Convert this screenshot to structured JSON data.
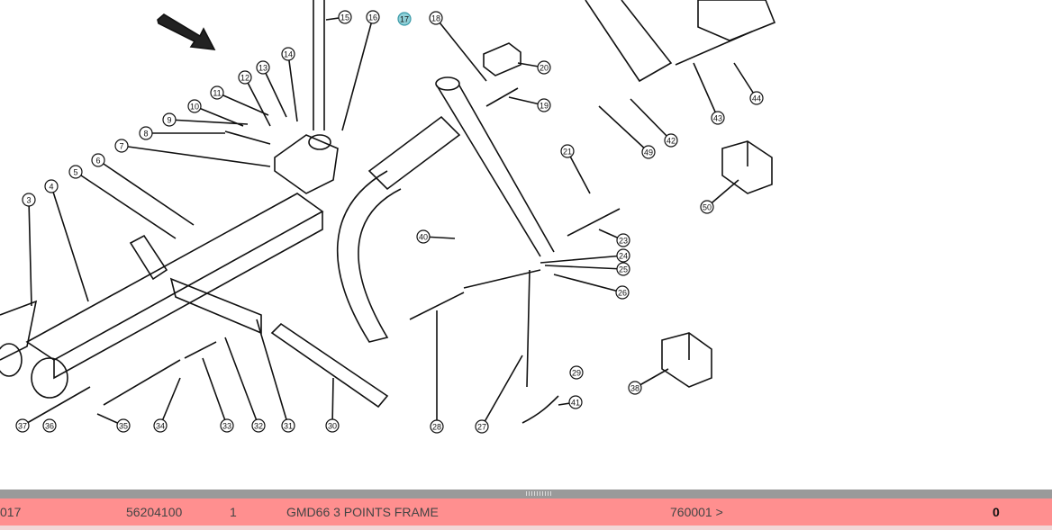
{
  "diagram": {
    "callouts": [
      "15",
      "16",
      "17",
      "18",
      "14",
      "13",
      "12",
      "11",
      "10",
      "9",
      "8",
      "7",
      "6",
      "5",
      "4",
      "3",
      "20",
      "19",
      "44",
      "43",
      "42",
      "49",
      "50",
      "21",
      "23",
      "24",
      "25",
      "26",
      "40",
      "29",
      "41",
      "38",
      "37",
      "36",
      "35",
      "34",
      "33",
      "32",
      "31",
      "30",
      "28",
      "27"
    ],
    "selected": "17"
  },
  "parts_row": {
    "ref": "017",
    "part_number": "56204100",
    "quantity": "1",
    "description": "GMD66 3 POINTS FRAME",
    "serial": "760001 >",
    "count": "0"
  },
  "colors": {
    "row_highlight": "#ff8f8f",
    "selected_callout": "#8fd0d8"
  }
}
